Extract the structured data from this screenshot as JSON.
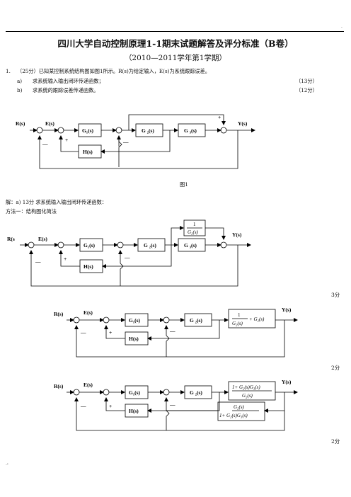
{
  "header": {
    "top_right_mark": ".",
    "title": "四川大学自动控制原理1-1期末试题解答及评分标准（B卷）",
    "subtitle": "（2010—2011学年第1学期）"
  },
  "question": {
    "number": "1.",
    "text": "（25分）已知某控制系统结构图如图1所示。R(s)为给定输入，E(s)为系统跟踪误差。",
    "a_label": "a)",
    "a_text": "求系统输入输出闭环传递函数；",
    "a_score": "（13分）",
    "b_label": "b)",
    "b_text": "求系统的跟踪误差传递函数。",
    "b_score": "（12分）"
  },
  "figure_caption": "图1",
  "solution": {
    "line1": "解：a)    13分   求系统输入输出闭环传递函数：",
    "line2": "方法一：结构图化简法"
  },
  "scores": [
    "3分",
    "2分",
    "2分"
  ],
  "footer_mark": ".:",
  "diagram_labels": {
    "R": "R(s)",
    "R_cut": "R(s",
    "E": "E(s)",
    "Y": "Y(s)",
    "G1": "G₁(s)",
    "G2": "G ₂(s)",
    "G3": "G ₃(s)",
    "H": "H(s)",
    "plus": "+",
    "minus": "—",
    "one": "1",
    "G2s": "G₂(s)",
    "plusG2s": "+ G₂(s)",
    "num3": "1+ G₂(s)G₃(s)",
    "den3": "G₂(s)",
    "fb_num": "G₂(s)",
    "fb_den": "1+ G₂(s)G₃(s)"
  }
}
